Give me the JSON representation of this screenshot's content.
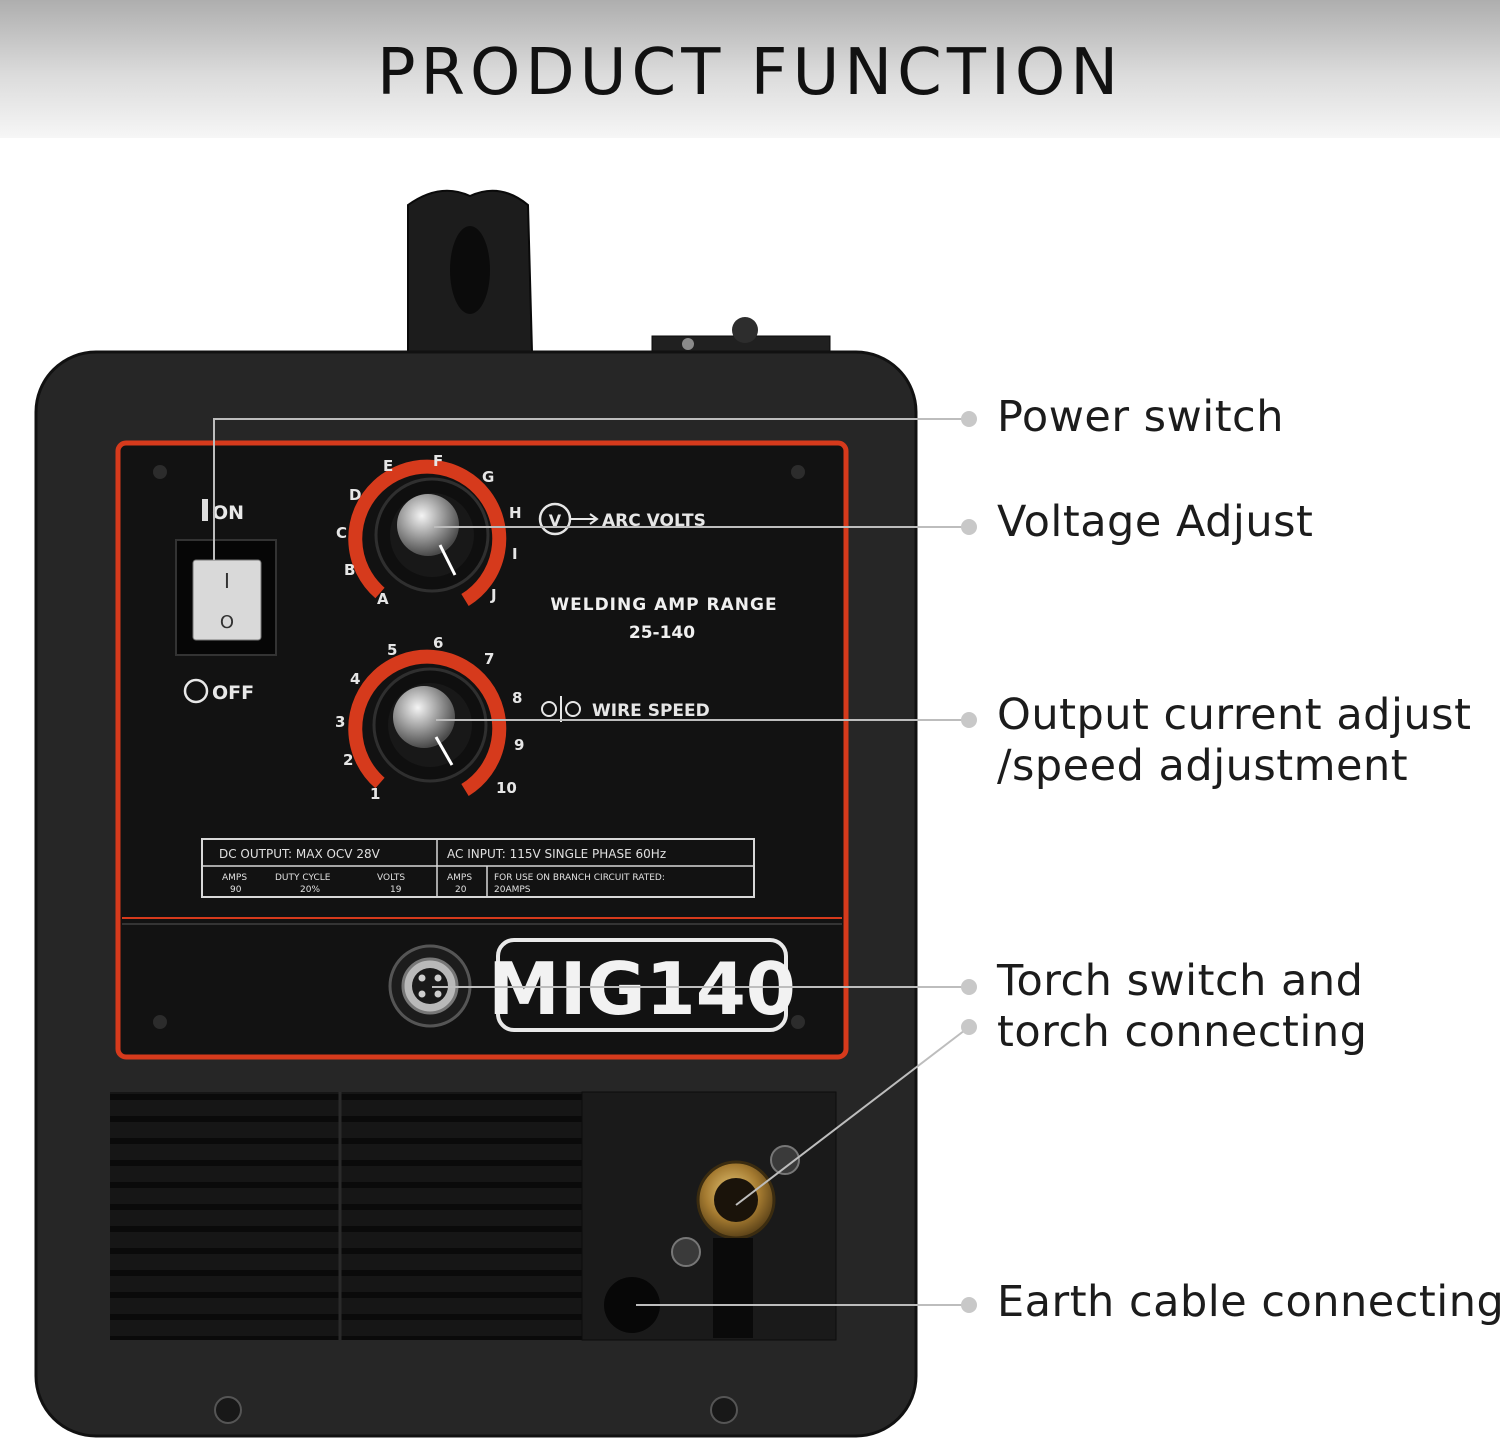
{
  "header": {
    "title": "PRODUCT FUNCTION"
  },
  "welder": {
    "switch": {
      "on_label": "ON",
      "off_label": "OFF",
      "mark_on": "I",
      "mark_off": "O"
    },
    "voltage_dial": {
      "positions": [
        "A",
        "B",
        "C",
        "D",
        "E",
        "F",
        "G",
        "H",
        "I",
        "J"
      ],
      "symbol": "V",
      "label": "ARC VOLTS"
    },
    "amp_range": {
      "title": "WELDING AMP RANGE",
      "value": "25-140"
    },
    "wire_speed_dial": {
      "positions": [
        "1",
        "2",
        "3",
        "4",
        "5",
        "6",
        "7",
        "8",
        "9",
        "10"
      ],
      "label": "WIRE SPEED"
    },
    "spec_plate": {
      "dc_output": "DC OUTPUT: MAX OCV 28V",
      "ac_input": "AC INPUT: 115V SINGLE PHASE 60Hz",
      "amps_label": "AMPS",
      "amps_value": "90",
      "duty_label": "DUTY CYCLE",
      "duty_value": "20%",
      "volts_label": "VOLTS",
      "volts_value": "19",
      "in_amps_label": "AMPS",
      "in_amps_value": "20",
      "branch_note_1": "FOR USE ON BRANCH CIRCUIT RATED:",
      "branch_note_2": "20AMPS"
    },
    "model": "MIG140"
  },
  "callouts": {
    "power_switch": "Power switch",
    "voltage_adjust": "Voltage Adjust",
    "output_line_1": "Output current adjust",
    "output_line_2": "/speed adjustment",
    "torch_line_1": "Torch switch and",
    "torch_line_2": "torch connecting",
    "earth": "Earth cable connecting"
  },
  "colors": {
    "accent": "#d63a1c",
    "body": "#262626",
    "panel": "#121212",
    "leader": "#bdbdbd"
  }
}
